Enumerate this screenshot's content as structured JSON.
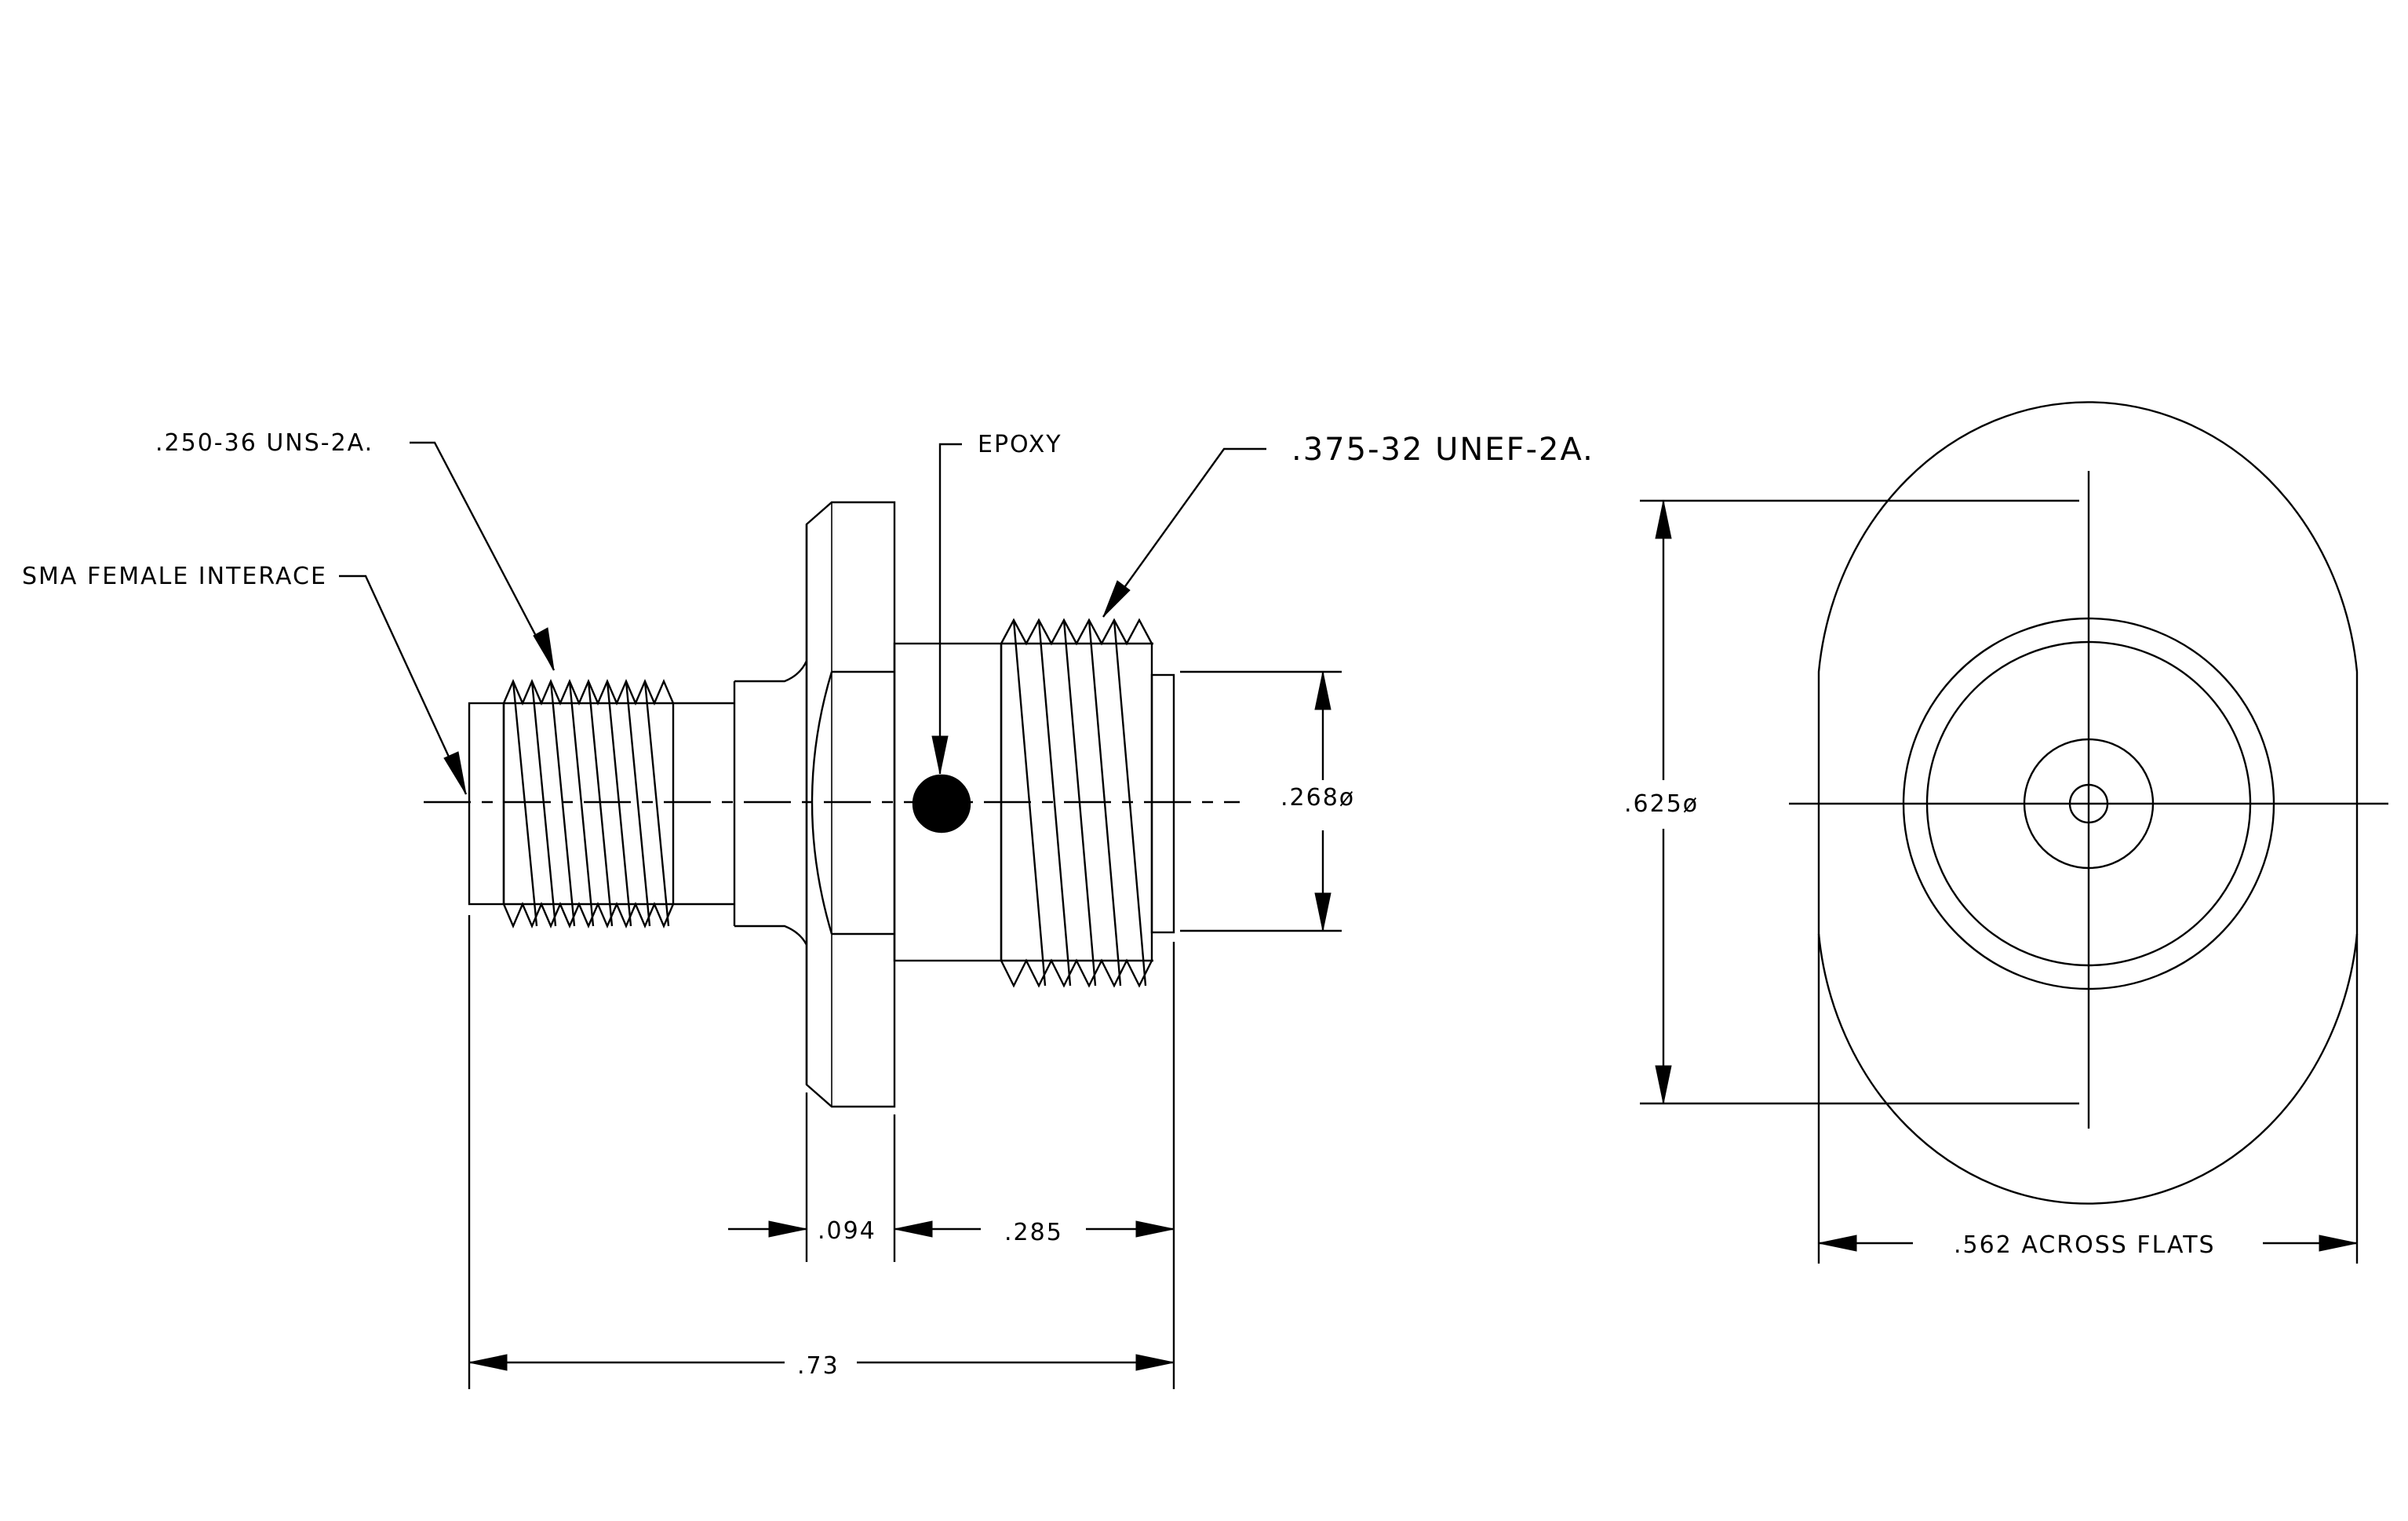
{
  "side_view": {
    "label_sma": "SMA FEMALE INTERACE",
    "label_thread_small": ".250-36 UNS-2A.",
    "label_epoxy": "EPOXY",
    "label_thread_large": ".375-32 UNEF-2A.",
    "dim_diameter": ".268ø",
    "dim_flange": ".094",
    "dim_body": ".285",
    "dim_overall": ".73"
  },
  "end_view": {
    "dim_diameter": ".625ø",
    "dim_flats": ".562 ACROSS FLATS"
  },
  "colors": {
    "ink": "#000000",
    "background": "#ffffff"
  }
}
